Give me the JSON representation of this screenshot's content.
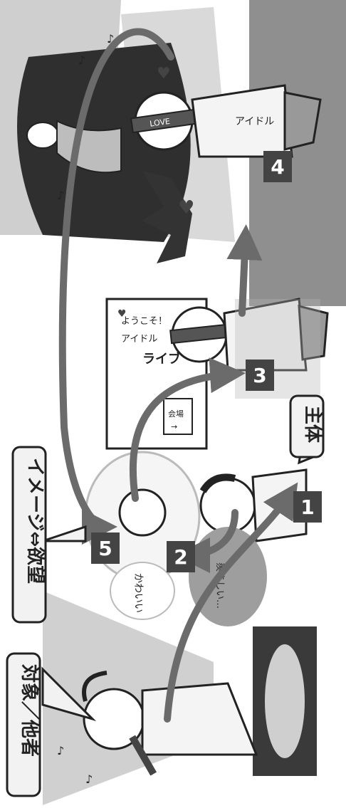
{
  "labels": {
    "target_other": "対象／他者",
    "image_desire": "イメージ⇔欲望",
    "subject": "主体"
  },
  "steps": [
    "1",
    "2",
    "3",
    "4",
    "5"
  ],
  "sign": {
    "welcome": "ようこそ！",
    "idol": "アイドル",
    "live": "ライブ",
    "venue": "会場",
    "arrow": "→"
  },
  "tshirt": {
    "text": "アイドル"
  },
  "headband": "LOVE",
  "thought_bubble_text": "かわいい",
  "envy_bubble_text": "羨ましい…",
  "colors": {
    "ink": "#222222",
    "arrow": "#6b6b6b",
    "label_fill": "#f2f2f2",
    "number_box": "#444444",
    "stage_dark": "#3a3a3a",
    "curtain": "#8a8a8a"
  }
}
